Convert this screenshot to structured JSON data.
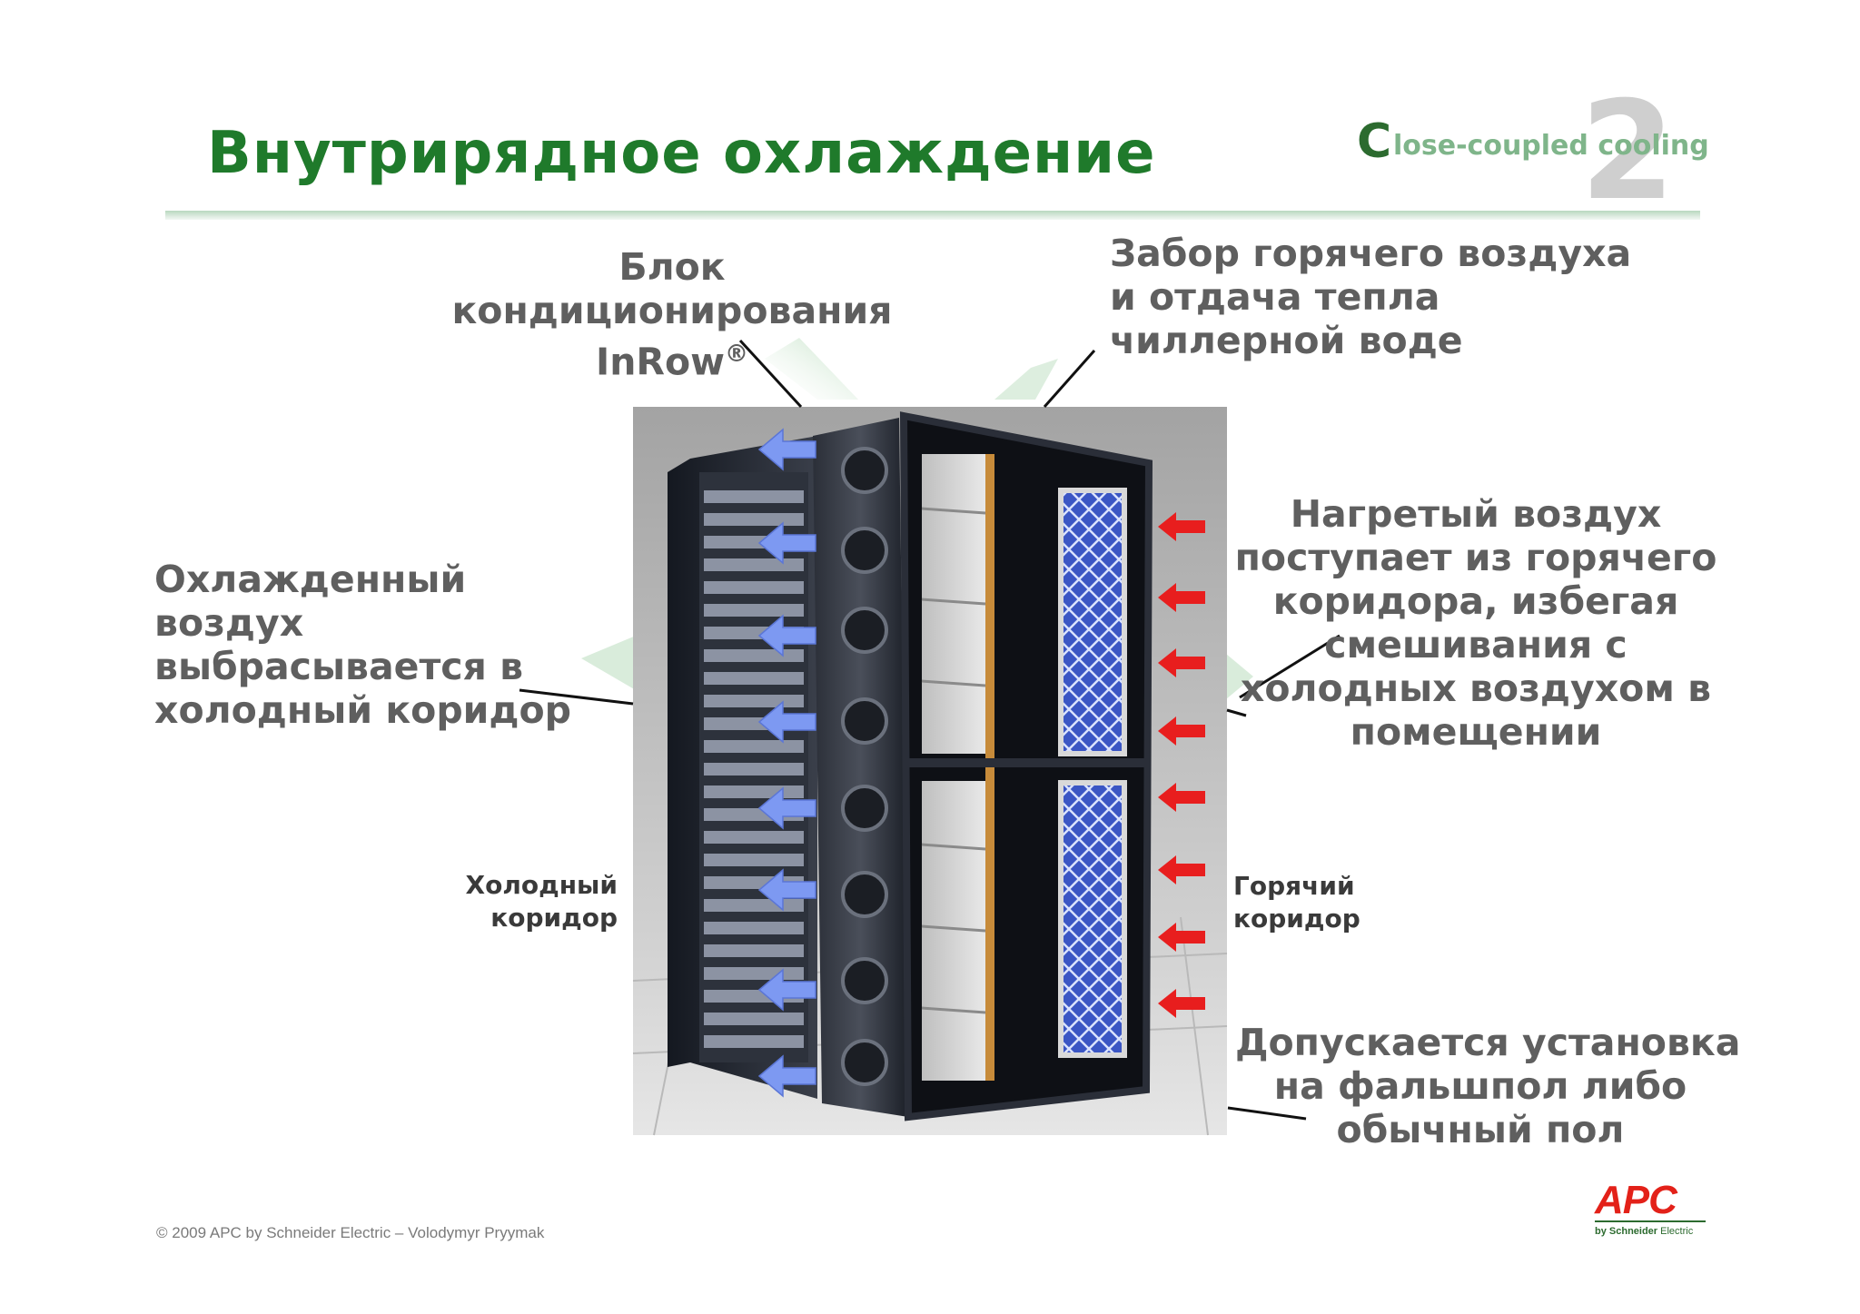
{
  "title": "Внутрирядное охлаждение",
  "brand": {
    "big_letter": "C",
    "text": "lose-coupled cooling",
    "number": "2"
  },
  "labels": {
    "inrow": [
      "Блок",
      "кондиционирования",
      "InRow"
    ],
    "inrow_mark": "®",
    "hot_air_intake": [
      "Забор горячего воздуха",
      "и отдача тепла",
      "чиллерной воде"
    ],
    "cooled_air": [
      "Охлажденный",
      "воздух",
      "выбрасывается в",
      "холодный коридор"
    ],
    "heated_air": [
      "Нагретый воздух",
      "поступает из горячего",
      "коридора, избегая",
      "смешивания с",
      "холодных воздухом в",
      "помещении"
    ],
    "cold_aisle": [
      "Холодный",
      "коридор"
    ],
    "hot_aisle": [
      "Горячий",
      "коридор"
    ],
    "floor": [
      "Допускается установка",
      "на фальшпол либо",
      "обычный пол"
    ]
  },
  "footer": "© 2009 APC by Schneider Electric – Volodymyr Pryymak",
  "logo": {
    "name": "APC",
    "sub_bold": "by Schneider",
    "sub_rest": " Electric"
  },
  "colors": {
    "title_green": "#1f7a2b",
    "label_gray": "#5f5f5f",
    "cold_arrow": "#6c8ff0",
    "hot_arrow": "#e62020",
    "logo_red": "#e32119"
  }
}
